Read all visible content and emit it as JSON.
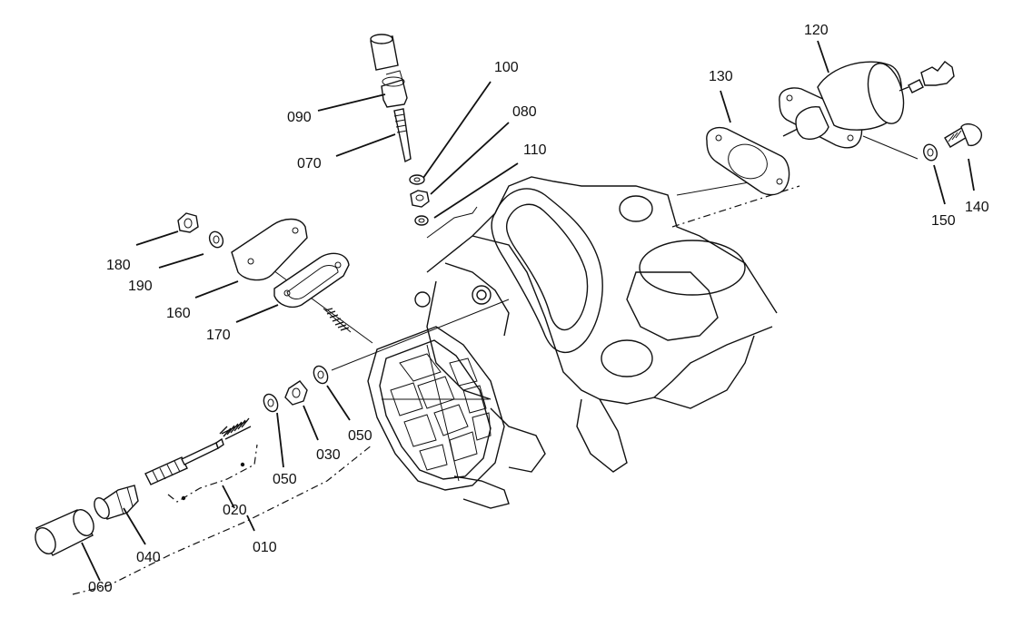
{
  "diagram": {
    "labels": {
      "p010": "010",
      "p020": "020",
      "p030": "030",
      "p040": "040",
      "p050a": "050",
      "p050b": "050",
      "p060": "060",
      "p070": "070",
      "p080": "080",
      "p090": "090",
      "p100": "100",
      "p110": "110",
      "p120": "120",
      "p130": "130",
      "p140": "140",
      "p150": "150",
      "p160": "160",
      "p170": "170",
      "p180": "180",
      "p190": "190"
    }
  }
}
